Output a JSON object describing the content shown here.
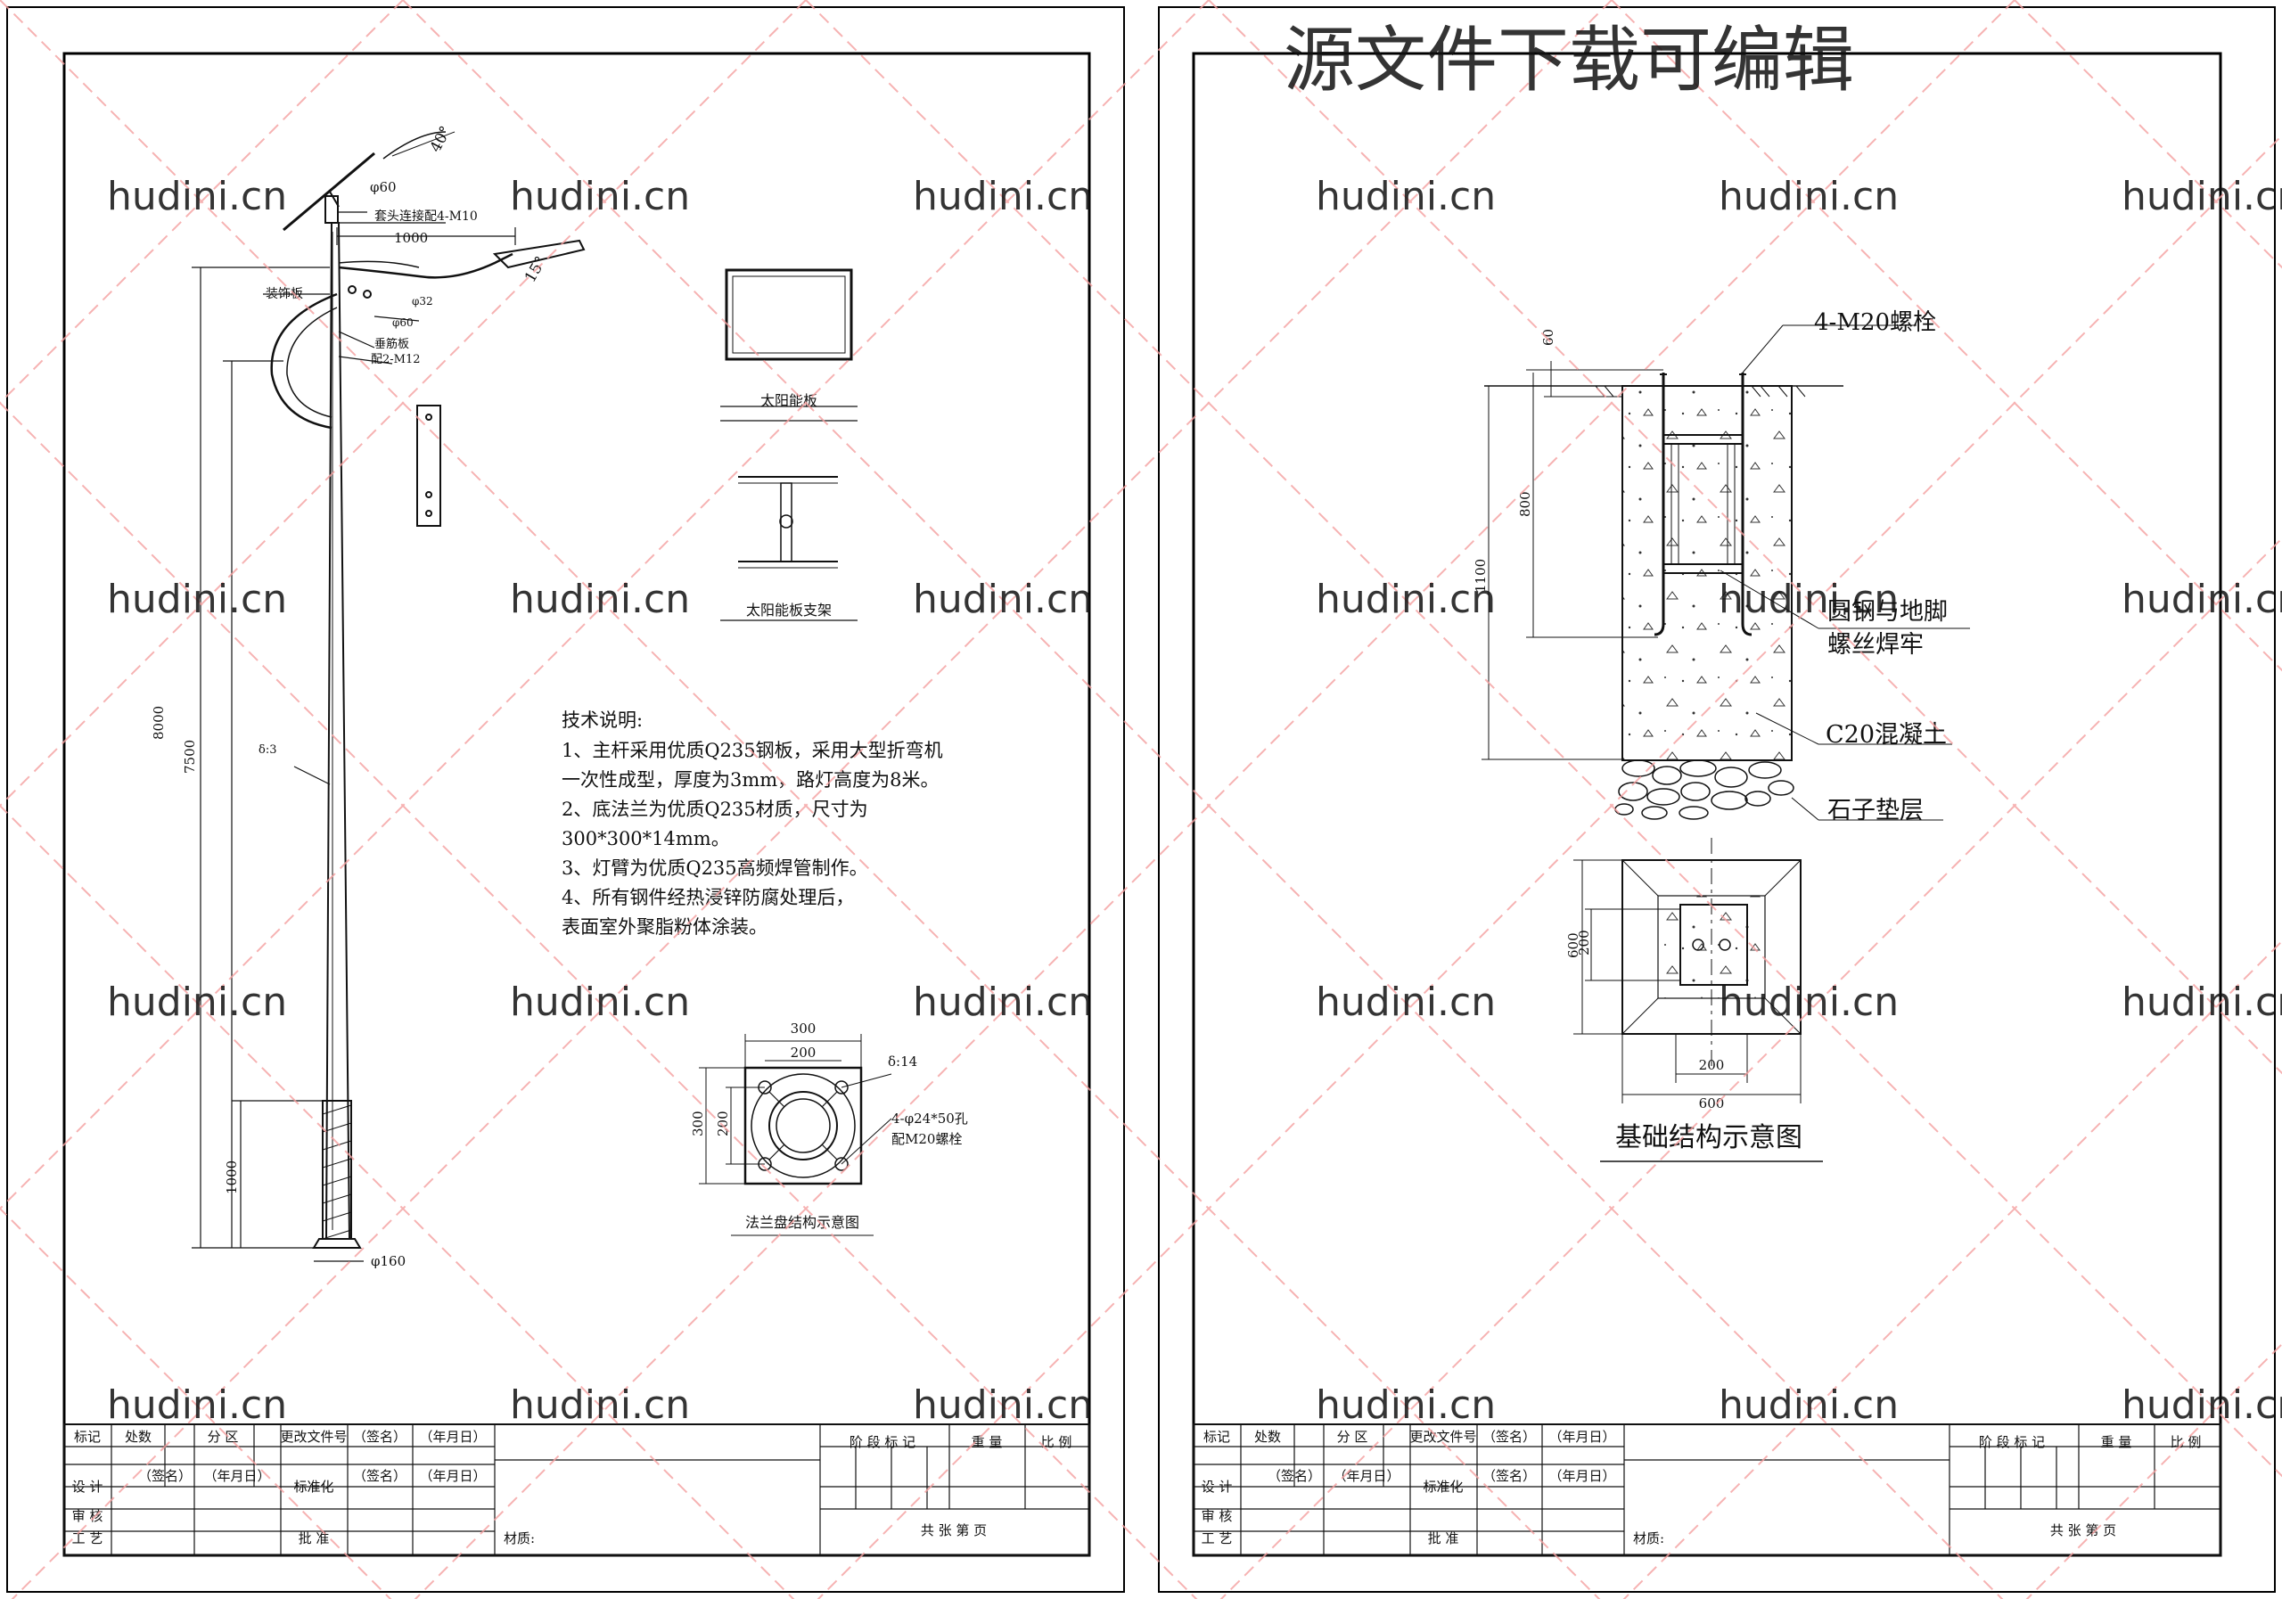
{
  "watermark": {
    "headline": "源文件下载可编辑",
    "repeat": "hudini.cn",
    "headline_color": "#f08080",
    "repeat_color": "#f28a8a"
  },
  "left_sheet": {
    "pole": {
      "tilt_angle": "40°",
      "top_dia": "φ60",
      "sleeve_note": "套头连接配4-M10",
      "arm_length": "1000",
      "lamp_tilt": "15°",
      "gusset_a": "装饰板",
      "dia_32": "φ32",
      "dia_60": "φ60",
      "gusset_b": "垂筋板",
      "bolt_note": "配2-M12",
      "height_total": "8000",
      "height_lamp": "7500",
      "thickness": "δ:3",
      "base_height": "1000",
      "bottom_dia": "φ160"
    },
    "solar_panel_label": "太阳能板",
    "bracket_label": "太阳能板支架",
    "tech_notes": {
      "title": "技术说明:",
      "lines": [
        "1、主杆采用优质Q235钢板，采用大型折弯机",
        "一次性成型，厚度为3mm，路灯高度为8米。",
        "2、底法兰为优质Q235材质，尺寸为",
        "300*300*14mm。",
        "3、灯臂为优质Q235高频焊管制作。",
        "4、所有钢件经热浸锌防腐处理后，",
        "表面室外聚脂粉体涂装。"
      ]
    },
    "flange": {
      "outer": "300",
      "inner": "200",
      "side_outer": "300",
      "side_inner": "200",
      "thickness": "δ:14",
      "holes": "4-φ24*50孔",
      "bolts": "配M20螺栓",
      "caption": "法兰盘结构示意图"
    }
  },
  "right_sheet": {
    "bolt_label": "4-M20螺栓",
    "dim_top": "60",
    "dim_mid": "800",
    "dim_total": "1100",
    "weld_note_1": "圆钢与地脚",
    "weld_note_2": "螺丝焊牢",
    "concrete_label": "C20混凝土",
    "gravel_label": "石子垫层",
    "plan": {
      "outer_v": "600",
      "inner_v": "200",
      "inner_h": "200",
      "outer_h": "600",
      "caption": "基础结构示意图"
    }
  },
  "title_block": {
    "row1": [
      "标记",
      "处数",
      "分 区",
      "更改文件号",
      "（签名）",
      "（年月日）"
    ],
    "design": "设 计",
    "sign": "（签名）",
    "date": "（年月日）",
    "standard": "标准化",
    "sign2": "（签名）",
    "date2": "（年月日）",
    "review": "审 核",
    "process": "工 艺",
    "approve": "批 准",
    "material": "材质:",
    "stage": "阶 段 标 记",
    "weight": "重 量",
    "scale": "比 例",
    "sheets": "共     张     第     页"
  }
}
